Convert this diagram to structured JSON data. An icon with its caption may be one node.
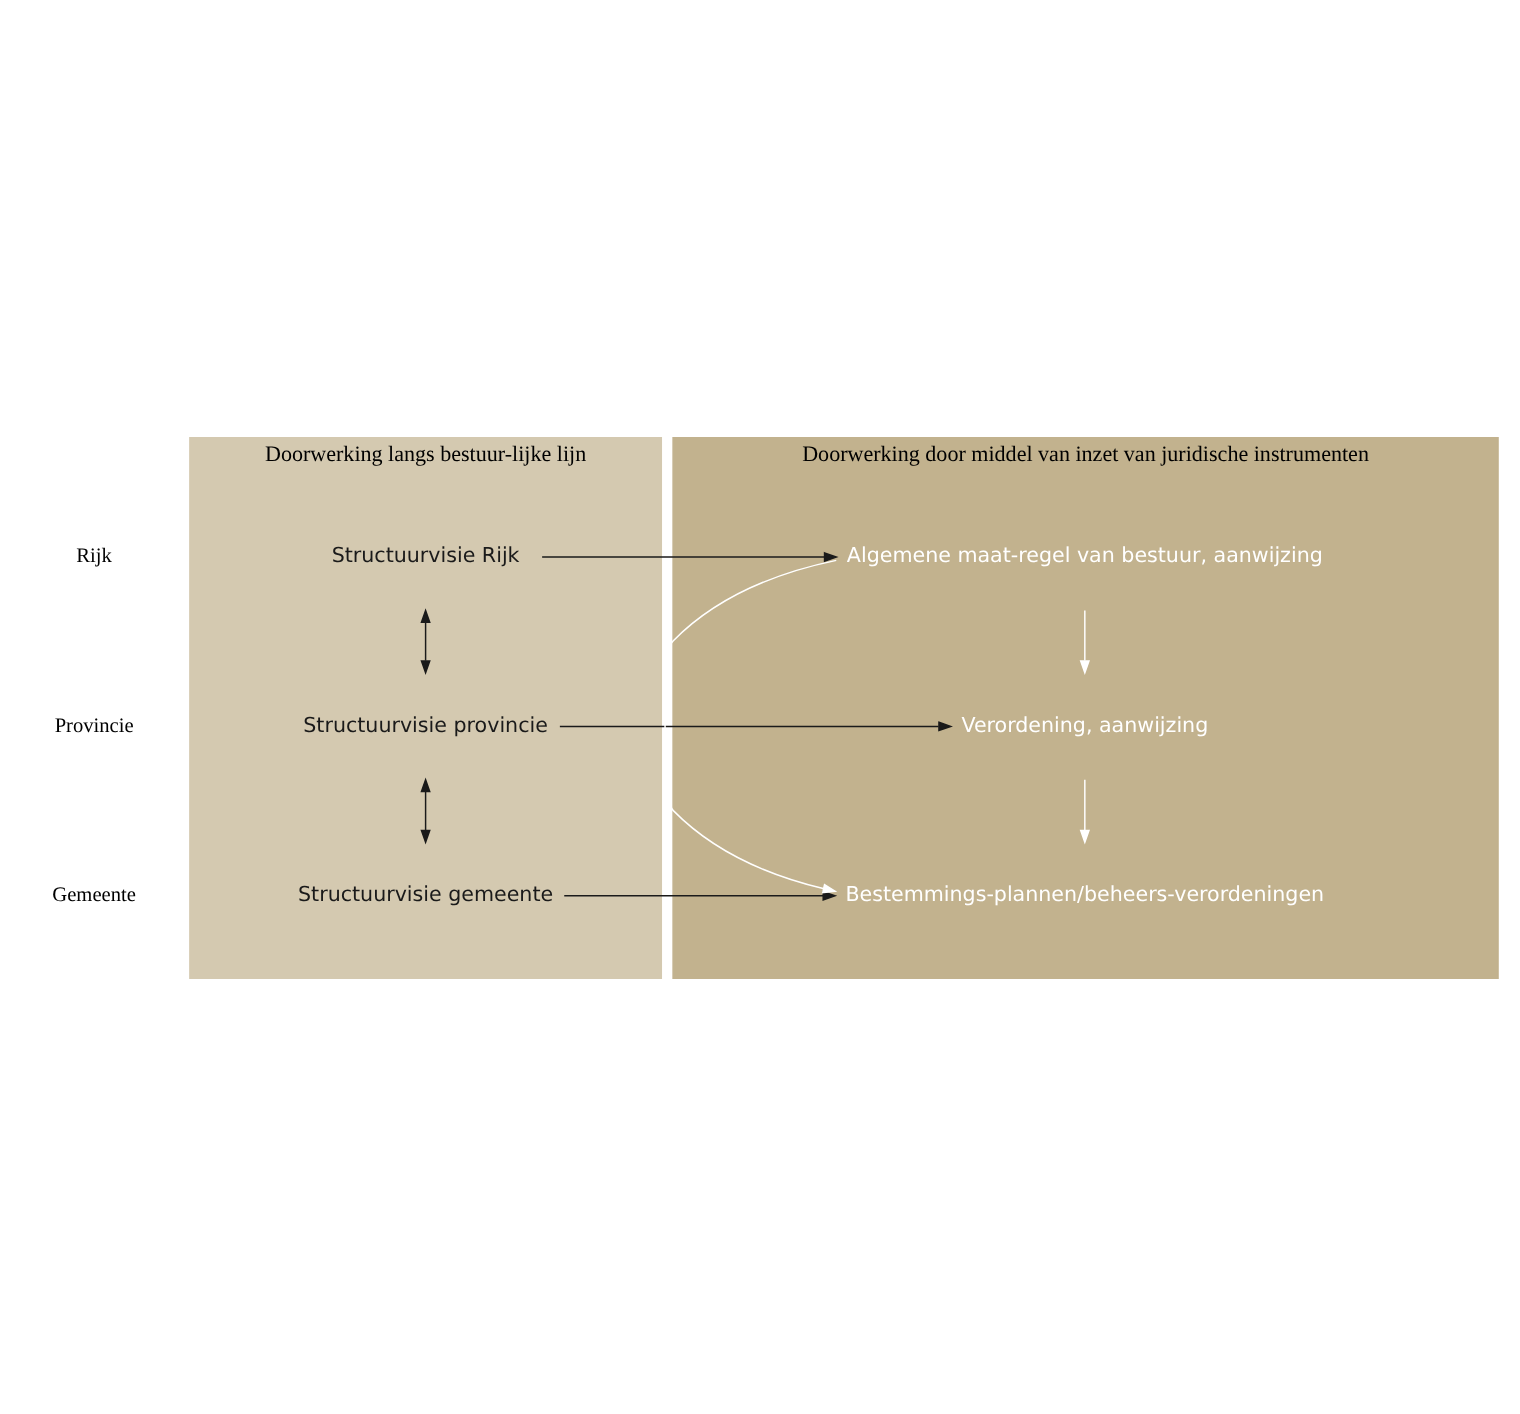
{
  "diagram": {
    "nodes": [
      {
        "text": [
          "Doorwerking langs bestuur-lijke lijn"
        ]
      },
      {
        "text": [
          "Doorwerking door middel van inzet van juridische instrumenten"
        ]
      },
      {
        "text": [
          "Structuurvisie Rijk"
        ],
        "in": 0
      },
      {
        "text": [
          "Algemene maat-regel van bestuur, aanwijzing"
        ],
        "in": 1
      },
      {
        "text": [
          "Structuurvisie provincie"
        ],
        "in": 0
      },
      {
        "text": [
          "Verordening, aanwijzing"
        ],
        "in": 1
      },
      {
        "text": [
          "Structuurvisie gemeente"
        ],
        "in": 0
      },
      {
        "text": [
          "Bestemmings-plannen/beheers-verordeningen"
        ],
        "in": 1
      }
    ],
    "edges": [
      {
        "from": 2,
        "to": 3,
        "arrow": "to"
      },
      {
        "from": 2,
        "to": 4,
        "arrow": "both"
      },
      {
        "from": 4,
        "to": 5,
        "arrow": "to"
      },
      {
        "from": 4,
        "to": 6,
        "arrow": "both"
      },
      {
        "from": 6,
        "to": 7,
        "arrow": "to"
      },
      {
        "from": 3,
        "to": 5,
        "arrow": "to",
        "color": "#ffffff"
      },
      {
        "from": 5,
        "to": 7,
        "arrow": "to",
        "color": "#ffffff"
      },
      {
        "from": 3,
        "to": 7,
        "arrow": "to",
        "color": "#ffffff"
      }
    ],
    "labels": [
      "Rijk",
      "Provincie",
      "Gemeente"
    ]
  }
}
